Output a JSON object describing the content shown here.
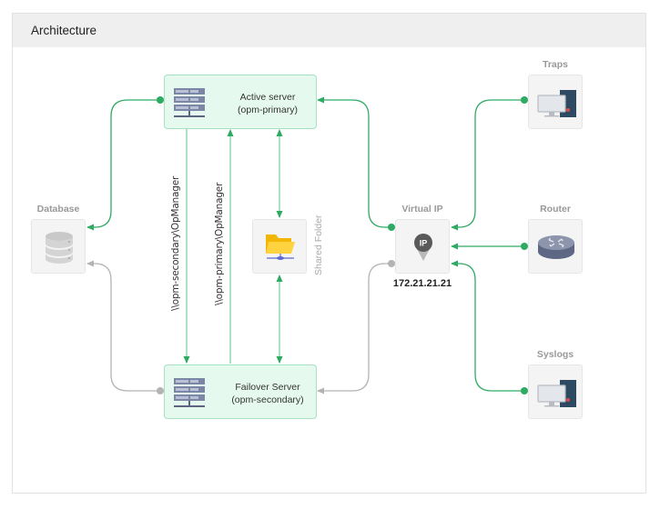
{
  "panel": {
    "title": "Architecture"
  },
  "nodes": {
    "active_server": {
      "line1": "Active server",
      "line2": "(opm-primary)",
      "icon": "server-rack-icon"
    },
    "failover_server": {
      "line1": "Failover Server",
      "line2": "(opm-secondary)",
      "icon": "server-rack-icon"
    },
    "database": {
      "label": "Database",
      "icon": "database-icon"
    },
    "shared_folder": {
      "label": "Shared Folder",
      "icon": "folder-icon"
    },
    "virtual_ip": {
      "label": "Virtual IP",
      "address": "172.21.21.21",
      "icon": "ip-pin-icon",
      "badge": "IP"
    },
    "traps": {
      "label": "Traps",
      "icon": "workstation-icon"
    },
    "router": {
      "label": "Router",
      "icon": "router-icon"
    },
    "syslogs": {
      "label": "Syslogs",
      "icon": "workstation-icon"
    }
  },
  "paths": {
    "secondary_share": "\\\\opm-secondary\\OpManager",
    "primary_share": "\\\\opm-primary\\OpManager"
  },
  "connections": [
    {
      "from": "active_server",
      "to": "database",
      "status": "active"
    },
    {
      "from": "failover_server",
      "to": "database",
      "status": "standby"
    },
    {
      "from": "active_server",
      "to": "failover_server",
      "status": "active",
      "label": "secondary_share"
    },
    {
      "from": "failover_server",
      "to": "active_server",
      "status": "active",
      "label": "primary_share"
    },
    {
      "from": "active_server",
      "to": "shared_folder",
      "status": "active",
      "bidirectional": true
    },
    {
      "from": "failover_server",
      "to": "shared_folder",
      "status": "active",
      "bidirectional": true
    },
    {
      "from": "virtual_ip",
      "to": "active_server",
      "status": "active"
    },
    {
      "from": "virtual_ip",
      "to": "failover_server",
      "status": "standby"
    },
    {
      "from": "traps",
      "to": "virtual_ip",
      "status": "active"
    },
    {
      "from": "router",
      "to": "virtual_ip",
      "status": "active"
    },
    {
      "from": "syslogs",
      "to": "virtual_ip",
      "status": "active"
    }
  ],
  "colors": {
    "active": "#2eaa63",
    "standby": "#b3b3b3",
    "server_fill": "#e6f9ef",
    "server_border": "#a6e2c2"
  }
}
